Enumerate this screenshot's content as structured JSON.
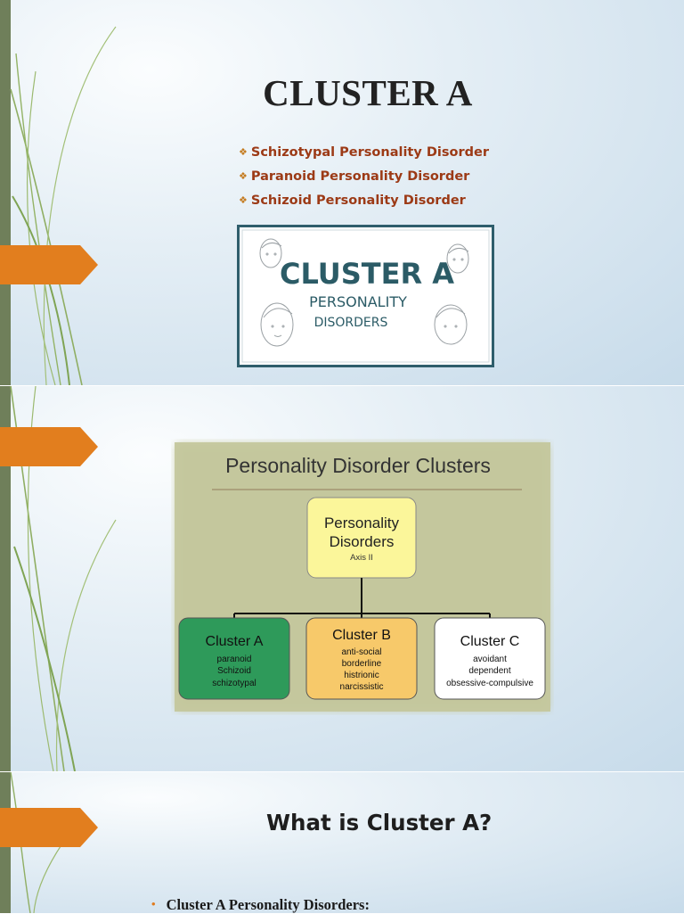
{
  "slide1": {
    "title": "CLUSTER A",
    "bullets": [
      "Schizotypal Personality Disorder",
      "Paranoid Personality Disorder",
      "Schizoid Personality Disorder"
    ],
    "image": {
      "heading": "CLUSTER A",
      "subheading_line1": "PERSONALITY",
      "subheading_line2": "DISORDERS"
    }
  },
  "slide2": {
    "diagram": {
      "title": "Personality Disorder Clusters",
      "root": {
        "line1": "Personality",
        "line2": "Disorders",
        "sub": "Axis II"
      },
      "clusters": [
        {
          "name": "Cluster A",
          "items": [
            "paranoid",
            "Schizoid",
            "schizotypal"
          ],
          "color": "#2e9a5a"
        },
        {
          "name": "Cluster B",
          "items": [
            "anti-social",
            "borderline",
            "histrionic",
            "narcissistic"
          ],
          "color": "#f7c96a"
        },
        {
          "name": "Cluster C",
          "items": [
            "avoidant",
            "dependent",
            "obsessive-compulsive"
          ],
          "color": "#ffffff"
        }
      ]
    }
  },
  "slide3": {
    "title": "What is Cluster A?",
    "bullet": "Cluster A Personality Disorders:"
  },
  "colors": {
    "accent_orange": "#e27e1e",
    "bullet_text": "#9c3a16",
    "side_bar": "#6f7f5a",
    "image_frame": "#2f5e6c"
  }
}
